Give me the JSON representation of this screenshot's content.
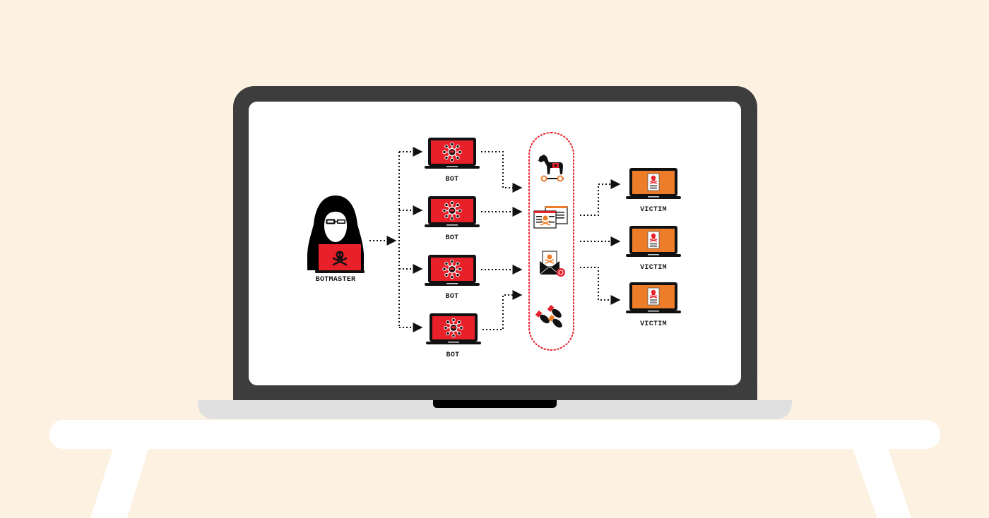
{
  "colors": {
    "background": "#FDF2E2",
    "bezel": "#3D3D3D",
    "screen": "#FFFFFF",
    "base": "#E0E0E0",
    "notch": "#000000",
    "table": "#FFFFFF",
    "bot_screen": "#E8202A",
    "victim_screen": "#EE7D2A",
    "pill_border": "#E8202A",
    "connector": "#111111"
  },
  "diagram": {
    "botmaster": {
      "label": "BOTMASTER",
      "icon": "hooded-hacker-with-skull-laptop"
    },
    "bots": [
      {
        "label": "BOT",
        "icon": "botnet-node-laptop"
      },
      {
        "label": "BOT",
        "icon": "botnet-node-laptop"
      },
      {
        "label": "BOT",
        "icon": "botnet-node-laptop"
      },
      {
        "label": "BOT",
        "icon": "botnet-node-laptop"
      }
    ],
    "attack_vectors": [
      {
        "name": "trojan-horse",
        "icon": "trojan-horse-icon"
      },
      {
        "name": "malicious-web-pages",
        "icon": "malware-windows-icon"
      },
      {
        "name": "phishing-email",
        "icon": "phishing-envelope-icon"
      },
      {
        "name": "bombs",
        "icon": "missiles-icon"
      }
    ],
    "victims": [
      {
        "label": "VICTIM",
        "icon": "infected-document-laptop"
      },
      {
        "label": "VICTIM",
        "icon": "infected-document-laptop"
      },
      {
        "label": "VICTIM",
        "icon": "infected-document-laptop"
      }
    ]
  }
}
